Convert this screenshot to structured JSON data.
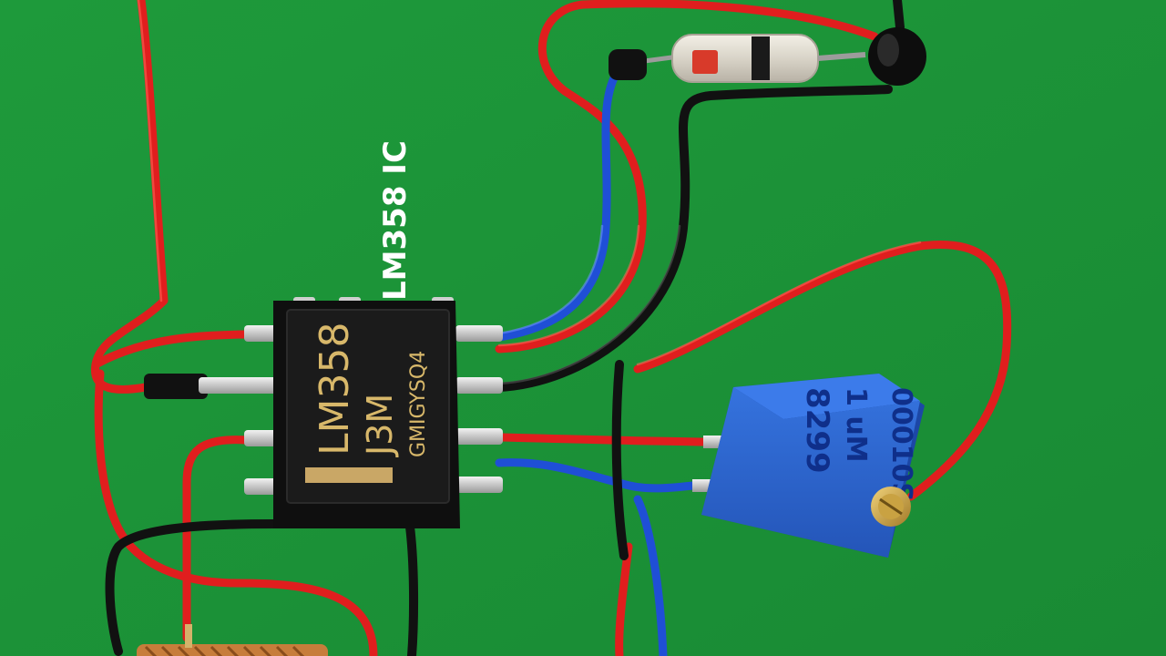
{
  "image": {
    "caption": "LM358 IC",
    "chip": {
      "line1": "LM358",
      "line2": "J3M",
      "line3": "GMIGYSQ4"
    },
    "potentiometer": {
      "text_left": "1 uM",
      "text_mid": "8299",
      "text_right": "00010S"
    },
    "colors": {
      "board": "#1f9a3c",
      "wire_red": "#e01e1e",
      "wire_blue": "#1f4fd6",
      "wire_black": "#111111",
      "chip_body": "#151515",
      "pot_body": "#2a61c9"
    }
  }
}
